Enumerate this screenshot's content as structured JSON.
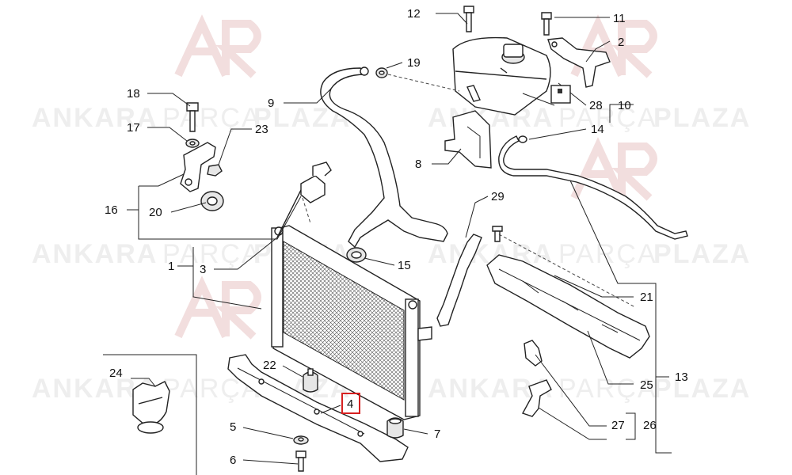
{
  "watermark": {
    "words": [
      "ANKARA",
      "PARÇA",
      "PLAZA"
    ]
  },
  "callouts": [
    {
      "id": "c1",
      "label": "1"
    },
    {
      "id": "c2",
      "label": "2"
    },
    {
      "id": "c3",
      "label": "3"
    },
    {
      "id": "c4",
      "label": "4",
      "highlighted": true
    },
    {
      "id": "c5",
      "label": "5"
    },
    {
      "id": "c6",
      "label": "6"
    },
    {
      "id": "c7",
      "label": "7"
    },
    {
      "id": "c8",
      "label": "8"
    },
    {
      "id": "c9",
      "label": "9"
    },
    {
      "id": "c10",
      "label": "10"
    },
    {
      "id": "c11",
      "label": "11"
    },
    {
      "id": "c12",
      "label": "12"
    },
    {
      "id": "c13",
      "label": "13"
    },
    {
      "id": "c14",
      "label": "14"
    },
    {
      "id": "c15",
      "label": "15"
    },
    {
      "id": "c16",
      "label": "16"
    },
    {
      "id": "c17",
      "label": "17"
    },
    {
      "id": "c18",
      "label": "18"
    },
    {
      "id": "c19",
      "label": "19"
    },
    {
      "id": "c20",
      "label": "20"
    },
    {
      "id": "c21",
      "label": "21"
    },
    {
      "id": "c22",
      "label": "22"
    },
    {
      "id": "c23",
      "label": "23"
    },
    {
      "id": "c24",
      "label": "24"
    },
    {
      "id": "c25",
      "label": "25"
    },
    {
      "id": "c26",
      "label": "26"
    },
    {
      "id": "c27",
      "label": "27"
    },
    {
      "id": "c28",
      "label": "28"
    },
    {
      "id": "c29",
      "label": "29"
    }
  ],
  "highlight_color": "#d62020",
  "watermark_color": "#eeeeee"
}
